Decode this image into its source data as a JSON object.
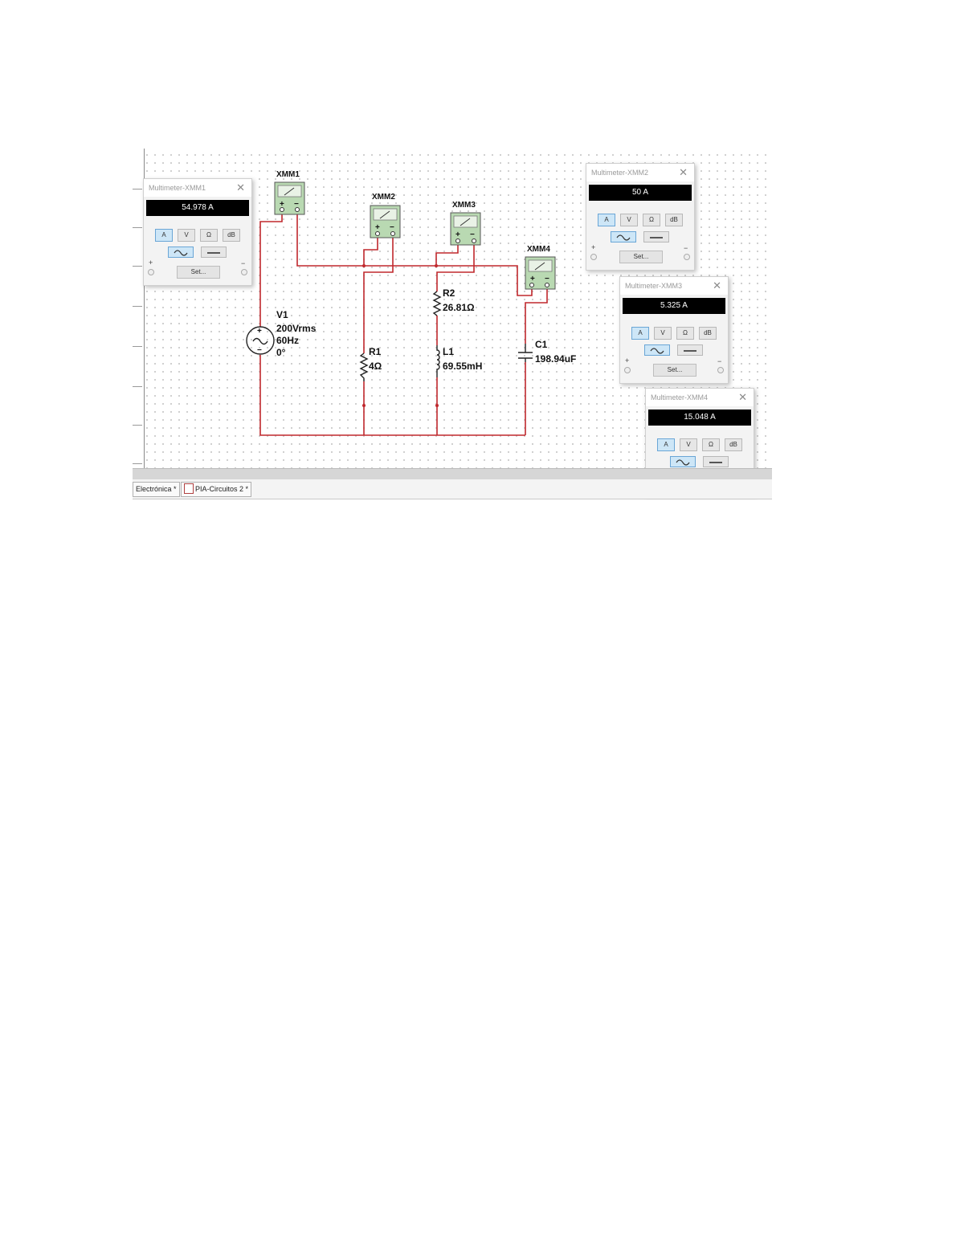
{
  "circuit": {
    "source": {
      "ref": "V1",
      "voltage": "200Vrms",
      "frequency": "60Hz",
      "phase": "0°"
    },
    "components": [
      {
        "ref": "R1",
        "value": "4Ω"
      },
      {
        "ref": "R2",
        "value": "26.81Ω"
      },
      {
        "ref": "L1",
        "value": "69.55mH"
      },
      {
        "ref": "C1",
        "value": "198.94uF"
      }
    ],
    "meters": [
      "XMM1",
      "XMM2",
      "XMM3",
      "XMM4"
    ],
    "wire_color": "#c0282d"
  },
  "multimeters": [
    {
      "title": "Multimeter-XMM1",
      "reading": "54.978 A"
    },
    {
      "title": "Multimeter-XMM2",
      "reading": "50 A"
    },
    {
      "title": "Multimeter-XMM3",
      "reading": "5.325 A"
    },
    {
      "title": "Multimeter-XMM4",
      "reading": "15.048 A"
    }
  ],
  "multimeter_controls": {
    "mode_buttons": [
      "A",
      "V",
      "Ω",
      "dB"
    ],
    "active_mode": "A",
    "active_wave": "ac",
    "set_label": "Set...",
    "plus": "+",
    "minus": "−"
  },
  "tabs": [
    {
      "label": "Electrónica *"
    },
    {
      "label": "PIA-Circuitos 2 *"
    }
  ]
}
